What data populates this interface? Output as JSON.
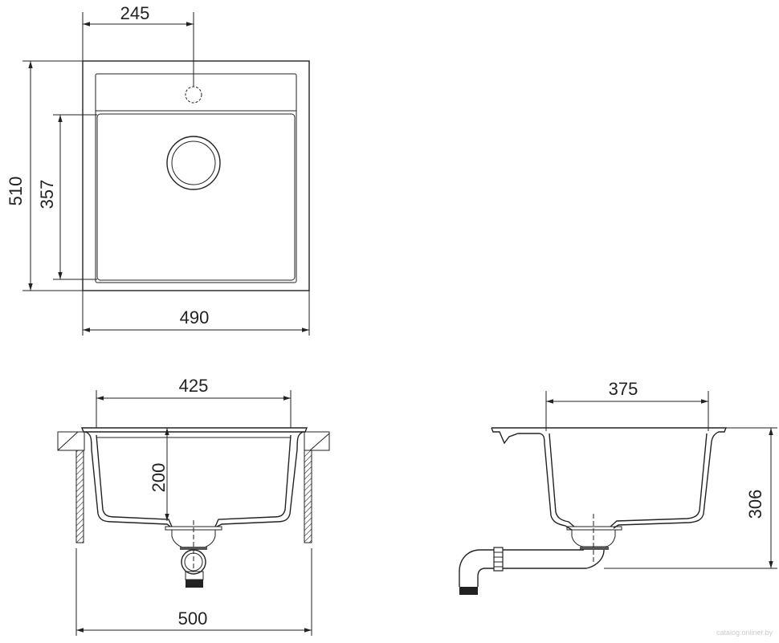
{
  "drawing": {
    "top_view": {
      "width_top": "245",
      "height_overall": "510",
      "bowl_length": "357",
      "width_overall": "490"
    },
    "front_view": {
      "bowl_width": "425",
      "depth": "200",
      "cabinet_width": "500"
    },
    "side_view": {
      "bowl_width": "375",
      "height_total": "306"
    },
    "watermark": "catalog.onliner.by"
  },
  "colors": {
    "line": "#222222",
    "background": "#ffffff"
  }
}
